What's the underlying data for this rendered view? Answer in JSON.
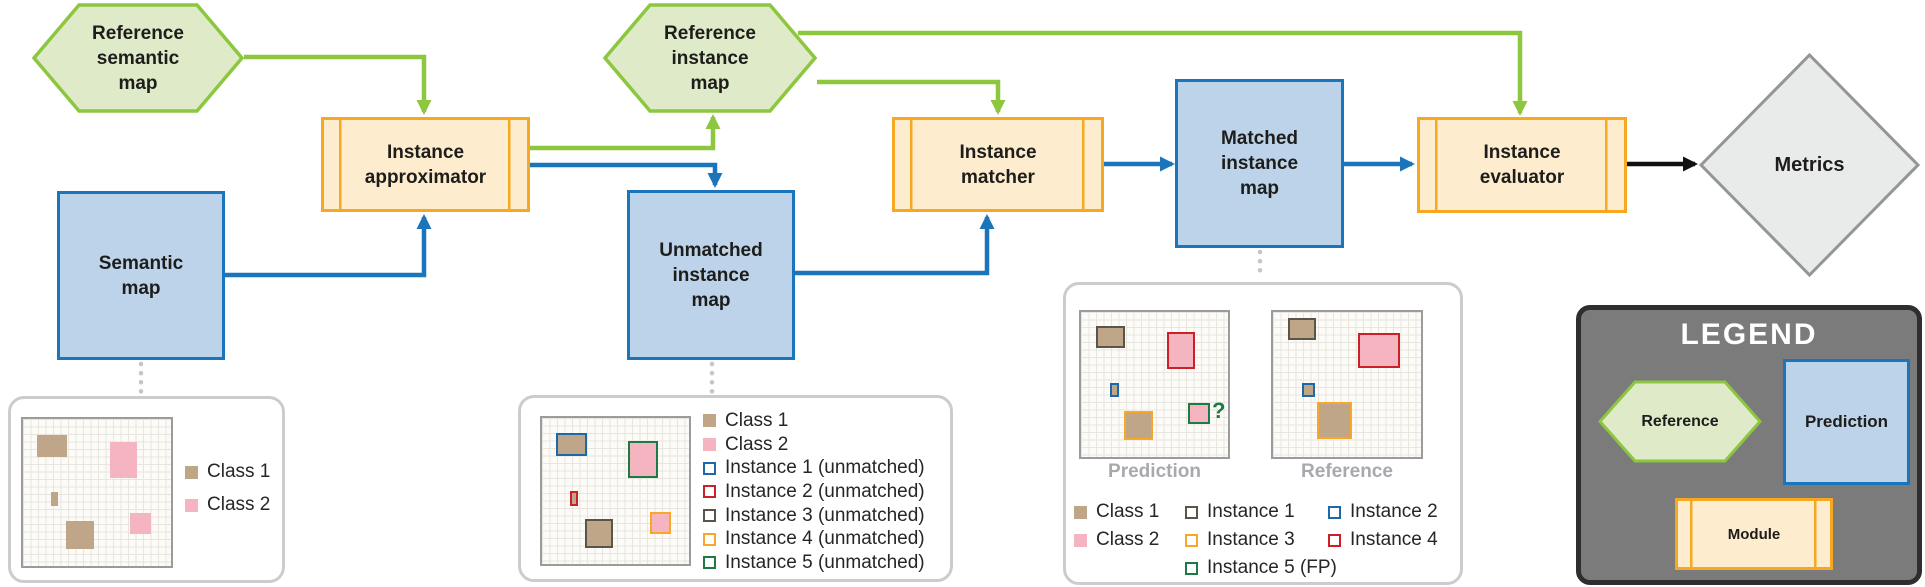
{
  "flowchart": {
    "nodes": {
      "ref_semantic_map": "Reference\nsemantic\nmap",
      "semantic_map": "Semantic\nmap",
      "instance_approximator": "Instance\napproximator",
      "ref_instance_map": "Reference\ninstance\nmap",
      "unmatched_instance_map": "Unmatched\ninstance\nmap",
      "instance_matcher": "Instance\nmatcher",
      "matched_instance_map": "Matched\ninstance\nmap",
      "instance_evaluator": "Instance\nevaluator",
      "metrics": "Metrics"
    },
    "colors": {
      "reference_green_border": "#8dc63f",
      "reference_green_fill": "#dfeac8",
      "prediction_blue_border": "#1b75bb",
      "prediction_blue_fill": "#bdd3ea",
      "module_orange_border": "#f7a823",
      "module_orange_fill": "#fdeccd",
      "metrics_gray_fill": "#e9eaea",
      "metrics_gray_border": "#939598",
      "arrow_black": "#111111",
      "dashed_connector_gray": "#c6c6c6"
    }
  },
  "legend_box": {
    "title": "LEGEND",
    "items": {
      "reference": "Reference",
      "prediction": "Prediction",
      "module": "Module"
    }
  },
  "semantic_panel": {
    "legend": [
      {
        "label": "Class 1",
        "color": "#bda284",
        "style": "fill"
      },
      {
        "label": "Class 2",
        "color": "#f4b6c1",
        "style": "fill"
      }
    ]
  },
  "unmatched_panel": {
    "legend": [
      {
        "label": "Class 1",
        "color": "#bda284",
        "style": "fill"
      },
      {
        "label": "Class 2",
        "color": "#f4b6c1",
        "style": "fill"
      },
      {
        "label": "Instance 1 (unmatched)",
        "color": "#1e68a9",
        "style": "outline"
      },
      {
        "label": "Instance 2 (unmatched)",
        "color": "#cb2026",
        "style": "outline"
      },
      {
        "label": "Instance 3 (unmatched)",
        "color": "#5b544a",
        "style": "outline"
      },
      {
        "label": "Instance 4 (unmatched)",
        "color": "#f9a72b",
        "style": "outline"
      },
      {
        "label": "Instance 5 (unmatched)",
        "color": "#1d7a44",
        "style": "outline"
      }
    ]
  },
  "matched_panel": {
    "prediction_label": "Prediction",
    "reference_label": "Reference",
    "unmatched_fp_mark": "?",
    "legend": {
      "col1": [
        {
          "label": "Class 1",
          "color": "#bda284",
          "style": "fill"
        },
        {
          "label": "Class 2",
          "color": "#f4b6c1",
          "style": "fill"
        }
      ],
      "col2": [
        {
          "label": "Instance 1",
          "color": "#5b544a",
          "style": "outline"
        },
        {
          "label": "Instance 3",
          "color": "#f9a72b",
          "style": "outline"
        },
        {
          "label": "Instance 5 (FP)",
          "color": "#1d7a44",
          "style": "outline"
        }
      ],
      "col3": [
        {
          "label": "Instance 2",
          "color": "#1e68a9",
          "style": "outline"
        },
        {
          "label": "Instance 4",
          "color": "#cb2026",
          "style": "outline"
        }
      ]
    }
  }
}
